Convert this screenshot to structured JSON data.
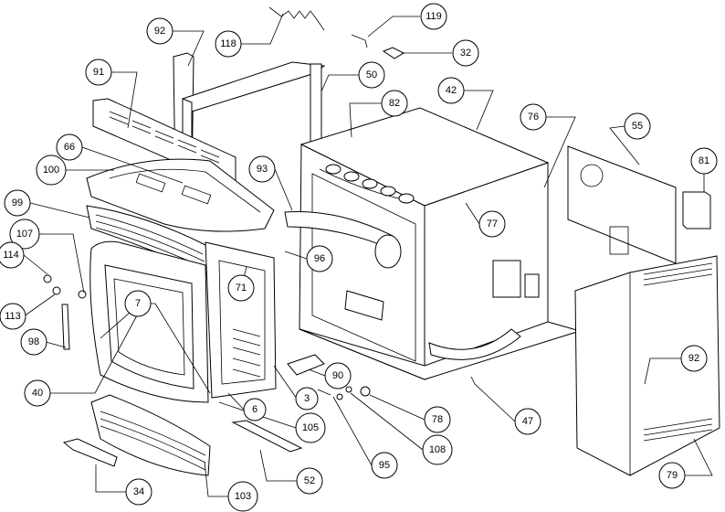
{
  "callouts": [
    {
      "id": "c92a",
      "label": "92"
    },
    {
      "id": "c118",
      "label": "118"
    },
    {
      "id": "c119",
      "label": "119"
    },
    {
      "id": "c32",
      "label": "32"
    },
    {
      "id": "c91",
      "label": "91"
    },
    {
      "id": "c50",
      "label": "50"
    },
    {
      "id": "c42",
      "label": "42"
    },
    {
      "id": "c82",
      "label": "82"
    },
    {
      "id": "c76",
      "label": "76"
    },
    {
      "id": "c55",
      "label": "55"
    },
    {
      "id": "c66",
      "label": "66"
    },
    {
      "id": "c100",
      "label": "100"
    },
    {
      "id": "c93",
      "label": "93"
    },
    {
      "id": "c81",
      "label": "81"
    },
    {
      "id": "c99",
      "label": "99"
    },
    {
      "id": "c77",
      "label": "77"
    },
    {
      "id": "c107",
      "label": "107"
    },
    {
      "id": "c114",
      "label": "114"
    },
    {
      "id": "c96",
      "label": "96"
    },
    {
      "id": "c71",
      "label": "71"
    },
    {
      "id": "c113",
      "label": "113"
    },
    {
      "id": "c7",
      "label": "7"
    },
    {
      "id": "c98",
      "label": "98"
    },
    {
      "id": "c92b",
      "label": "92"
    },
    {
      "id": "c90",
      "label": "90"
    },
    {
      "id": "c40",
      "label": "40"
    },
    {
      "id": "c3",
      "label": "3"
    },
    {
      "id": "c6",
      "label": "6"
    },
    {
      "id": "c78",
      "label": "78"
    },
    {
      "id": "c47",
      "label": "47"
    },
    {
      "id": "c105",
      "label": "105"
    },
    {
      "id": "c108",
      "label": "108"
    },
    {
      "id": "c95",
      "label": "95"
    },
    {
      "id": "c79",
      "label": "79"
    },
    {
      "id": "c52",
      "label": "52"
    },
    {
      "id": "c34",
      "label": "34"
    },
    {
      "id": "c103",
      "label": "103"
    }
  ]
}
